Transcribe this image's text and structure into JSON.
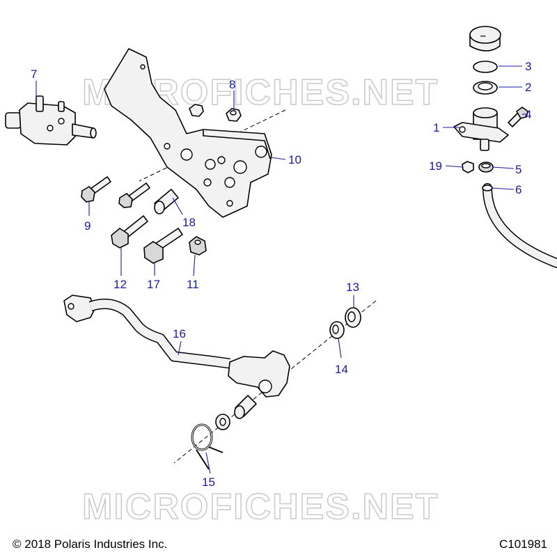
{
  "watermark": {
    "text": "MICROFICHES.NET"
  },
  "footer": {
    "copyright": "© 2018 Polaris Industries Inc.",
    "diagram_code": "C101981"
  },
  "callouts": {
    "c1": "1",
    "c2": "2",
    "c3": "3",
    "c4": "4",
    "c5": "5",
    "c6": "6",
    "c7": "7",
    "c8": "8",
    "c9": "9",
    "c10": "10",
    "c11": "11",
    "c12": "12",
    "c13": "13",
    "c14": "14",
    "c15": "15",
    "c16": "16",
    "c17": "17",
    "c18": "18",
    "c19": "19"
  }
}
